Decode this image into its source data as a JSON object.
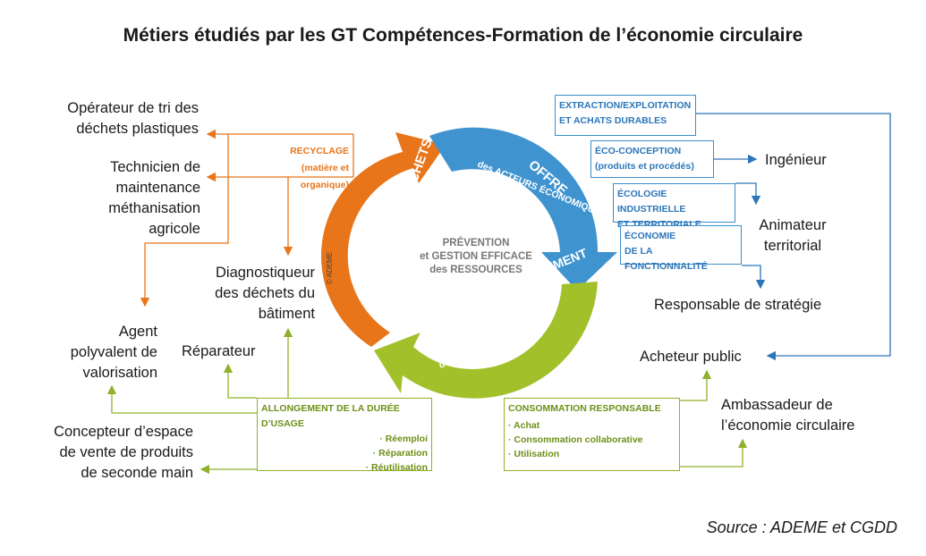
{
  "title": "Métiers étudiés par les GT Compétences-Formation de l’économie circulaire",
  "source": "Source : ADEME et CGDD",
  "cycle": {
    "center": [
      "PRÉVENTION",
      "et GESTION EFFICACE",
      "des RESSOURCES"
    ],
    "gestion": "GESTION DES DÉCHETS",
    "offre_1": "OFFRE",
    "offre_2": "des ACTEURS ÉCONOMIQUES",
    "demande_1": "DEMANDE ET COMPORTEMENT",
    "demande_2": "des CONSOMMATEURS",
    "copyright": "© ADEME",
    "colors": {
      "orange": "#e8751a",
      "blue": "#3f93cf",
      "green": "#a2c02a"
    }
  },
  "boxes": {
    "extraction": [
      "EXTRACTION/EXPLOITATION",
      "ET ACHATS DURABLES"
    ],
    "ecoconception": [
      "ÉCO-CONCEPTION",
      "(produits et procédés)"
    ],
    "ecologie": [
      "ÉCOLOGIE INDUSTRIELLE",
      "ET TERRITORIALE"
    ],
    "economie": [
      "ÉCONOMIE",
      "DE LA FONCTIONNALITÉ"
    ],
    "recyclage": [
      "RECYCLAGE",
      "(matière et organique)"
    ],
    "allongement": {
      "title": "ALLONGEMENT DE LA DURÉE D’USAGE",
      "items": [
        "· Réemploi",
        "· Réparation",
        "· Réutilisation"
      ]
    },
    "consommation": {
      "title": "CONSOMMATION RESPONSABLE",
      "items": [
        "· Achat",
        "· Consommation collaborative",
        "· Utilisation"
      ]
    }
  },
  "jobs": {
    "operateur": [
      "Opérateur de tri des",
      "déchets plastiques"
    ],
    "technicien": [
      "Technicien de",
      "maintenance",
      "méthanisation",
      "agricole"
    ],
    "diagnostiqueur": [
      "Diagnostiqueur",
      "des déchets du",
      "bâtiment"
    ],
    "agent": [
      "Agent",
      "polyvalent de",
      "valorisation"
    ],
    "reparateur": "Réparateur",
    "concepteur": [
      "Concepteur d’espace",
      "de vente de produits",
      "de seconde main"
    ],
    "ingenieur": "Ingénieur",
    "animateur": [
      "Animateur",
      "territorial"
    ],
    "responsable": "Responsable de stratégie",
    "acheteur": "Acheteur public",
    "ambassadeur": [
      "Ambassadeur de",
      "l’économie circulaire"
    ]
  }
}
